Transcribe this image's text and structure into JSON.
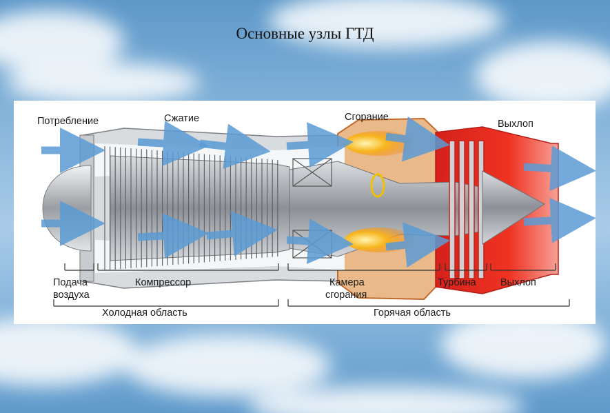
{
  "title": "Основные узлы ГТД",
  "stages": {
    "intake": "Потребление",
    "compression": "Сжатие",
    "combustion": "Сгорание",
    "exhaust": "Выхлоп"
  },
  "components": {
    "air_intake_line1": "Подача",
    "air_intake_line2": "воздуха",
    "compressor": "Компрессор",
    "combustor_line1": "Камера",
    "combustor_line2": "сгорания",
    "turbine": "Турбина",
    "exhaust": "Выхлоп"
  },
  "regions": {
    "cold": "Холодная область",
    "hot": "Горячая область"
  },
  "colors": {
    "airflow": "#5b9bd5",
    "hot_section": "#e8341c",
    "flame": "#f5a31a",
    "metal": "#9a9ea4"
  }
}
